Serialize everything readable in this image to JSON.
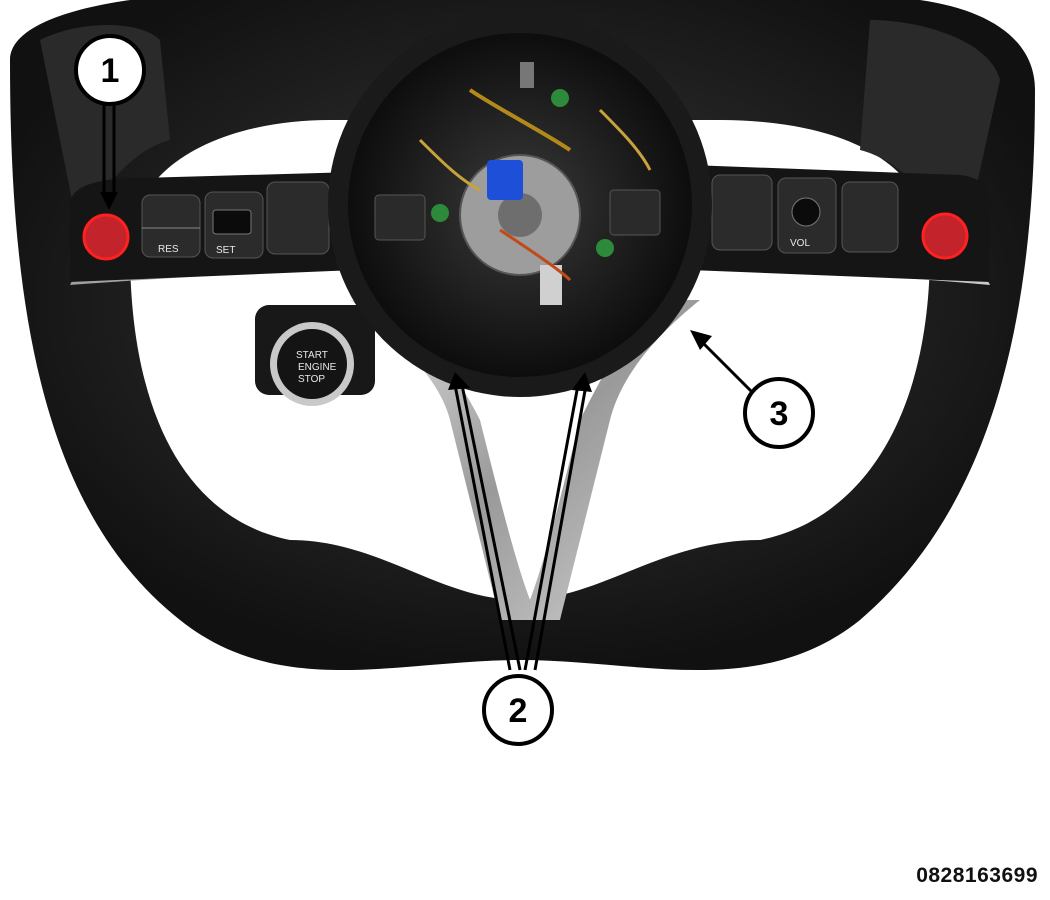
{
  "figure_id": "0828163699",
  "callouts": [
    {
      "label": "1"
    },
    {
      "label": "2"
    },
    {
      "label": "3"
    }
  ],
  "switch_labels": {
    "res": "RES",
    "set": "SET",
    "vol": "VOL",
    "start": "START",
    "engine": "ENGINE",
    "stop": "STOP"
  },
  "marker_color": "#d21f1f",
  "wheel_color": "#1c1c1c",
  "spoke_color": "#b5b5b5"
}
